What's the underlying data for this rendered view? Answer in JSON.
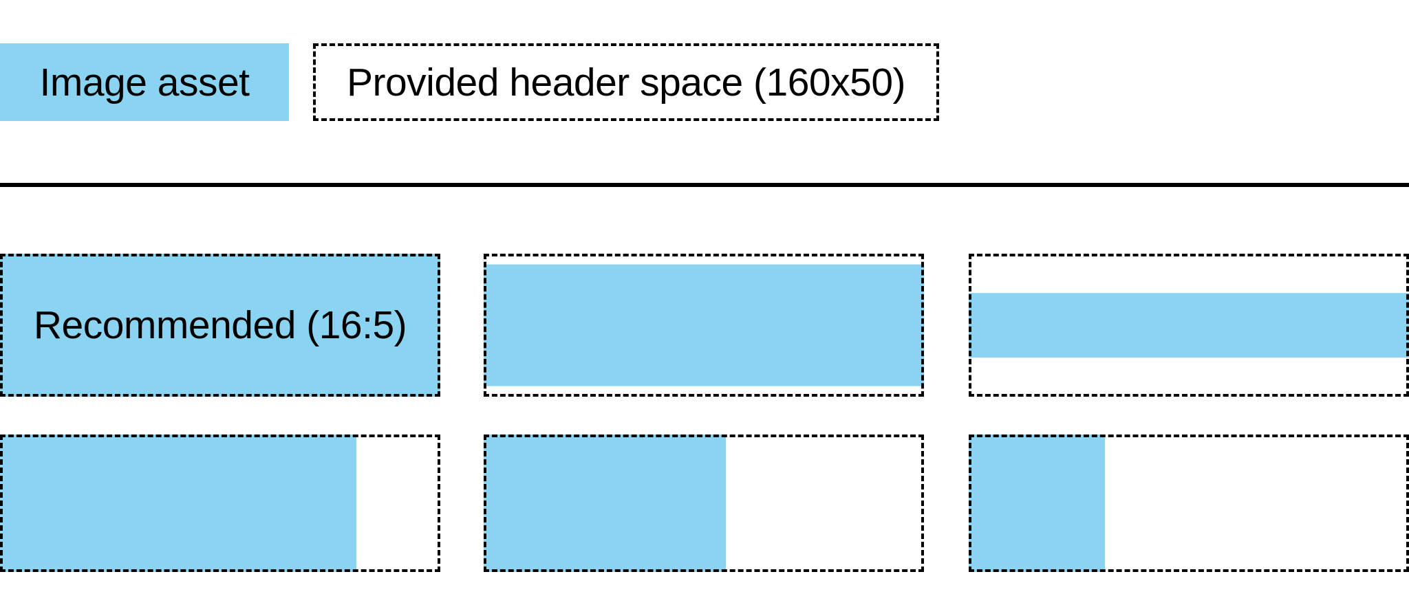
{
  "figure": {
    "title": "Image asset sizing diagram for provided header space",
    "legend": {
      "image_asset_label": "Image asset",
      "header_space_label": "Provided header space (160x50)"
    },
    "tiles": [
      {
        "position": "row1-col1",
        "variant": "filled",
        "band_pct": 100,
        "label": "Recommended (16:5)"
      },
      {
        "position": "row1-col2",
        "variant": "horizontal-band",
        "band_pct": 85,
        "label": ""
      },
      {
        "position": "row1-col3",
        "variant": "horizontal-band",
        "band_pct": 45,
        "label": ""
      },
      {
        "position": "row2-col1",
        "variant": "vertical-band",
        "band_pct": 81,
        "label": ""
      },
      {
        "position": "row2-col2",
        "variant": "vertical-band",
        "band_pct": 55,
        "label": ""
      },
      {
        "position": "row2-col3",
        "variant": "vertical-band",
        "band_pct": 31,
        "label": ""
      }
    ]
  },
  "colors": {
    "accent_blue": "#8AD4F2",
    "line_black": "#000000",
    "background": "#FFFFFF"
  }
}
